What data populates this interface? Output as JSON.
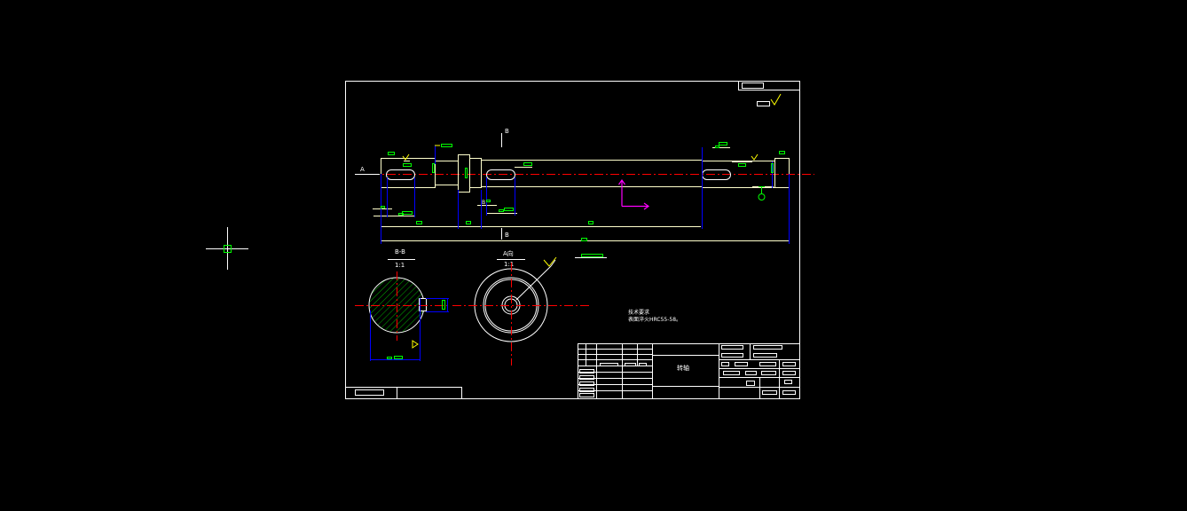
{
  "labels": {
    "view_arrow_a": "A",
    "section_mark_top": "B",
    "section_mark_bottom": "B",
    "section_bb_title": "B-B",
    "section_bb_scale": "1:1",
    "view_a_title": "A向",
    "view_a_scale": "1:1",
    "notes_title": "技术要求",
    "notes_line1": "表面淬火HRC55-58。"
  },
  "title_block": {
    "part_name": "转轴"
  },
  "colors": {
    "background": "#000000",
    "outline": "#ffffff",
    "shaft_line": "#ffffcc",
    "dimension": "#0000ff",
    "centerline": "#ff0000",
    "annotation": "#00ff00",
    "hatch": "#00b000",
    "ucs_icon": "#ff00ff",
    "crosshair": "#ffffff",
    "pickbox": "#00ff00"
  },
  "icons": {
    "crosshair": "crosshair-cursor-icon",
    "ucs": "ucs-axis-icon",
    "roughness": "surface-roughness-icon"
  }
}
